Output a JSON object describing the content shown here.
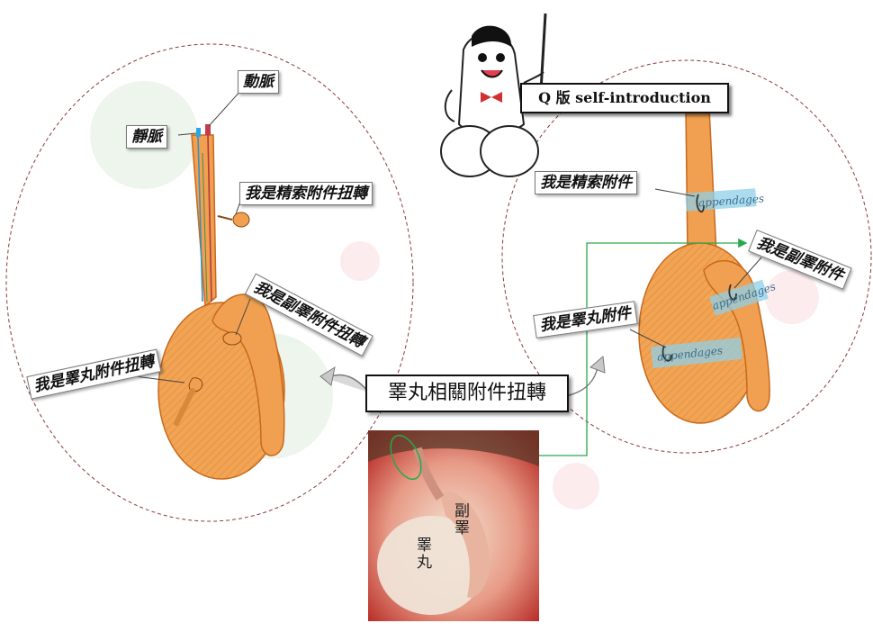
{
  "left_diagram": {
    "label_vein": "靜脈",
    "label_artery": "動脈",
    "label_cord_appendix": "我是精索附件扭轉",
    "label_epididymis_appendix": "我是副睪附件扭轉",
    "label_testis_appendix": "我是睪丸附件扭轉"
  },
  "right_diagram": {
    "label_cord_appendix": "我是精索附件",
    "label_epididymis_appendix": "我是副睪附件",
    "label_testis_appendix": "我是睪丸附件",
    "tag_1": "appendages",
    "tag_2": "appendages",
    "tag_3": "appendages"
  },
  "title": "Q 版 self-introduction",
  "center_title": "睪丸相關附件扭轉",
  "photo": {
    "label_testis": "睪丸",
    "label_epididymis": "副睪"
  },
  "colors": {
    "organ_orange": "#f0a050",
    "organ_stroke": "#c8691c",
    "dashed_circle": "#8b3a3a",
    "arrow_green": "#29a84a",
    "vein_blue": "#2aa6e0",
    "artery_red": "#c43c4c"
  }
}
